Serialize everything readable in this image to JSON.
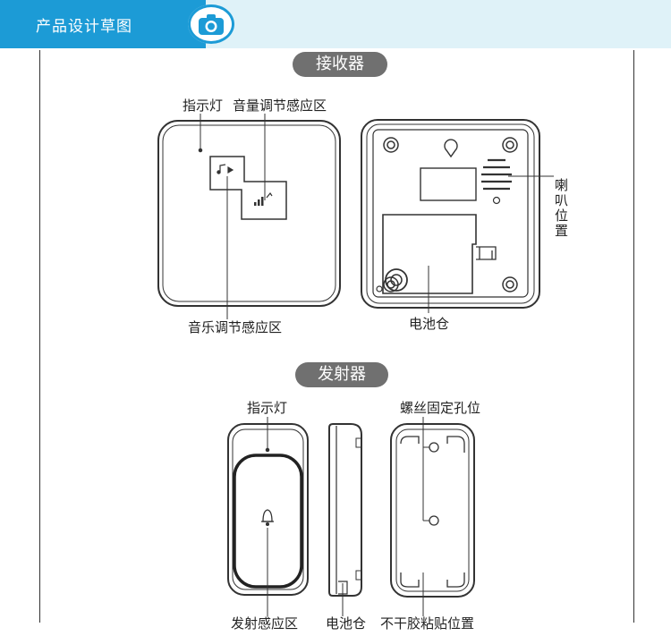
{
  "header": {
    "title": "产品设计草图",
    "icon": "camera-icon",
    "accent": "#1c9bd6"
  },
  "receiver": {
    "title": "接收器",
    "labels": {
      "indicator": "指示灯",
      "volume_zone": "音量调节感应区",
      "music_zone": "音乐调节感应区",
      "speaker": "喇叭位置",
      "battery": "电池仓"
    }
  },
  "transmitter": {
    "title": "发射器",
    "labels": {
      "indicator": "指示灯",
      "screw_holes": "螺丝固定孔位",
      "sensor_zone": "发射感应区",
      "battery": "电池仓",
      "adhesive": "不干胶粘贴位置"
    }
  }
}
